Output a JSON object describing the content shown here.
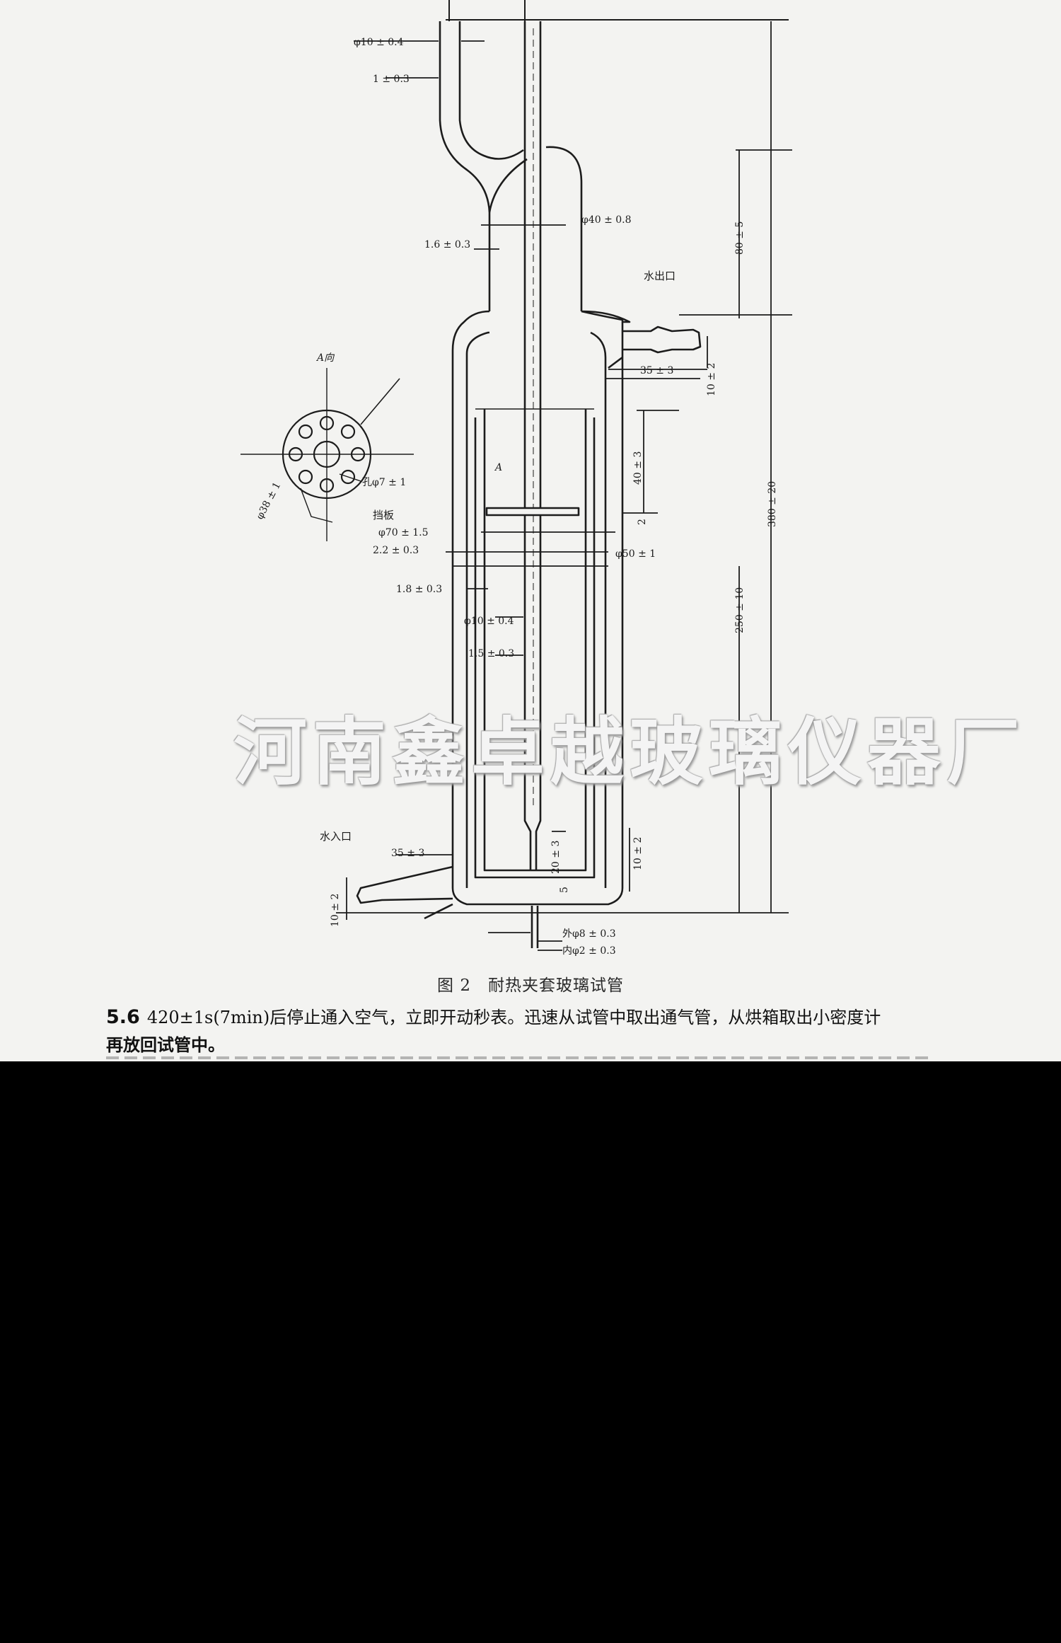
{
  "figure": {
    "caption": "图 2　耐热夹套玻璃试管",
    "dimensions": {
      "side_tube_od": "φ10 ± 0.4",
      "side_tube_wall": "1 ± 0.3",
      "body_od": "φ40 ± 0.8",
      "body_wall": "1.6 ± 0.3",
      "top_section_height": "80 ± 5",
      "overall_height": "380 ± 20",
      "water_outlet_pos": "10 ± 2",
      "outlet_length": "35 ± 3",
      "baffle_depth": "40 ± 3",
      "baffle_gap": "2",
      "jacket_od": "φ70 ± 1.5",
      "jacket_wall": "2.2 ± 0.3",
      "inner_tube_od": "φ50 ± 1",
      "inner_wall": "1.8 ± 0.3",
      "inner_height": "250 ± 10",
      "air_tube_od": "φ10 ± 0.4",
      "air_tube_wall": "1.5 ± 0.3",
      "inlet_length": "35 ± 3",
      "tip_length": "20 ± 3",
      "tip_gap": "5",
      "bottom_gap": "10 ± 2",
      "water_inlet_pos": "10 ± 2",
      "tip_outer": "外φ8 ± 0.3",
      "tip_inner": "内φ2 ± 0.3",
      "plate_diameter": "φ38 ± 1",
      "plate_hole": "孔φ7 ± 1"
    },
    "labels": {
      "water_outlet": "水出口",
      "water_inlet": "水入口",
      "baffle": "挡板",
      "view_a": "A向",
      "section_a": "A"
    }
  },
  "watermark": "河南鑫卓越玻璃仪器厂",
  "body_text": {
    "clause_number": "5.6",
    "paragraph_1": "420±1s(7min)后停止通入空气，立即开动秒表。迅速从试管中取出通气管，从烘箱取出小密度计",
    "paragraph_2": "再放回试管中。"
  },
  "colors": {
    "page_background": "#f3f3f1",
    "line_color": "#1c1c1c",
    "lower_background": "#000000"
  }
}
